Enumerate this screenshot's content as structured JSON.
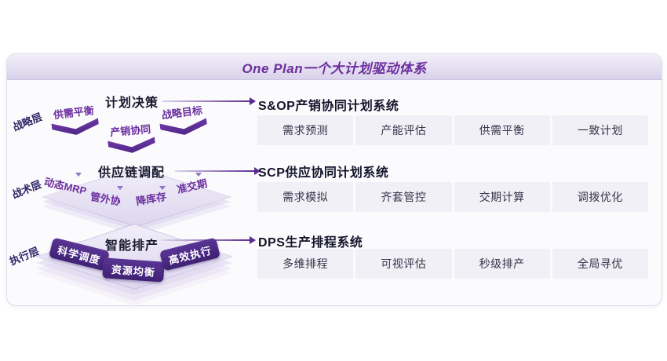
{
  "title": "One Plan一个大计划驱动体系",
  "layers": [
    {
      "label": "战略层",
      "heading": "计划决策",
      "items": [
        "供需平衡",
        "产销协同",
        "战略目标"
      ],
      "system": {
        "name": "S&OP产销协同计划系统",
        "features": [
          "需求预测",
          "产能评估",
          "供需平衡",
          "一致计划"
        ]
      }
    },
    {
      "label": "战术层",
      "heading": "供应链调配",
      "items": [
        "动态MRP",
        "管外协",
        "降库存",
        "准交期"
      ],
      "system": {
        "name": "SCP供应协同计划系统",
        "features": [
          "需求模拟",
          "齐套管控",
          "交期计算",
          "调拨优化"
        ]
      }
    },
    {
      "label": "执行层",
      "heading": "智能排产",
      "items": [
        "科学调度",
        "资源均衡",
        "高效执行"
      ],
      "system": {
        "name": "DPS生产排程系统",
        "features": [
          "多维排程",
          "可视评估",
          "秒级排产",
          "全局寻优"
        ]
      }
    }
  ],
  "colors": {
    "accent": "#5B2D91",
    "title": "#6C2F9D",
    "execution_box": "#4A2884",
    "cell_background": "#F1F0F6",
    "plate": "#DDD6EE"
  }
}
